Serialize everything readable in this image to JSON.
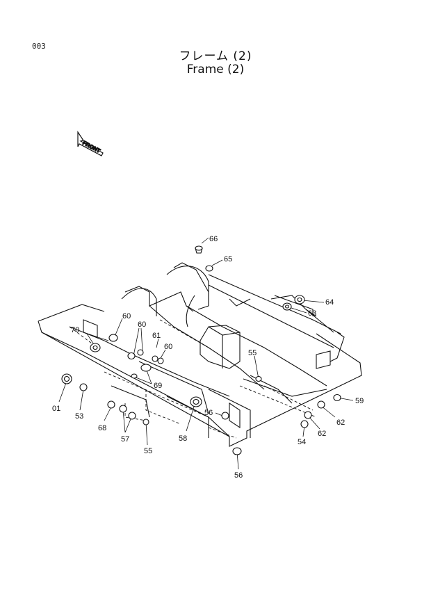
{
  "header": {
    "page_number": "003",
    "title_japanese": "フレーム (2)",
    "title_english": "Frame (2)"
  },
  "front_arrow_label": "FRONT",
  "callouts": [
    "66",
    "65",
    "64",
    "63",
    "60",
    "60",
    "70",
    "61",
    "60",
    "55",
    "69",
    "59",
    "01",
    "53",
    "68",
    "57",
    "55",
    "58",
    "56",
    "62",
    "62",
    "54",
    "56"
  ]
}
